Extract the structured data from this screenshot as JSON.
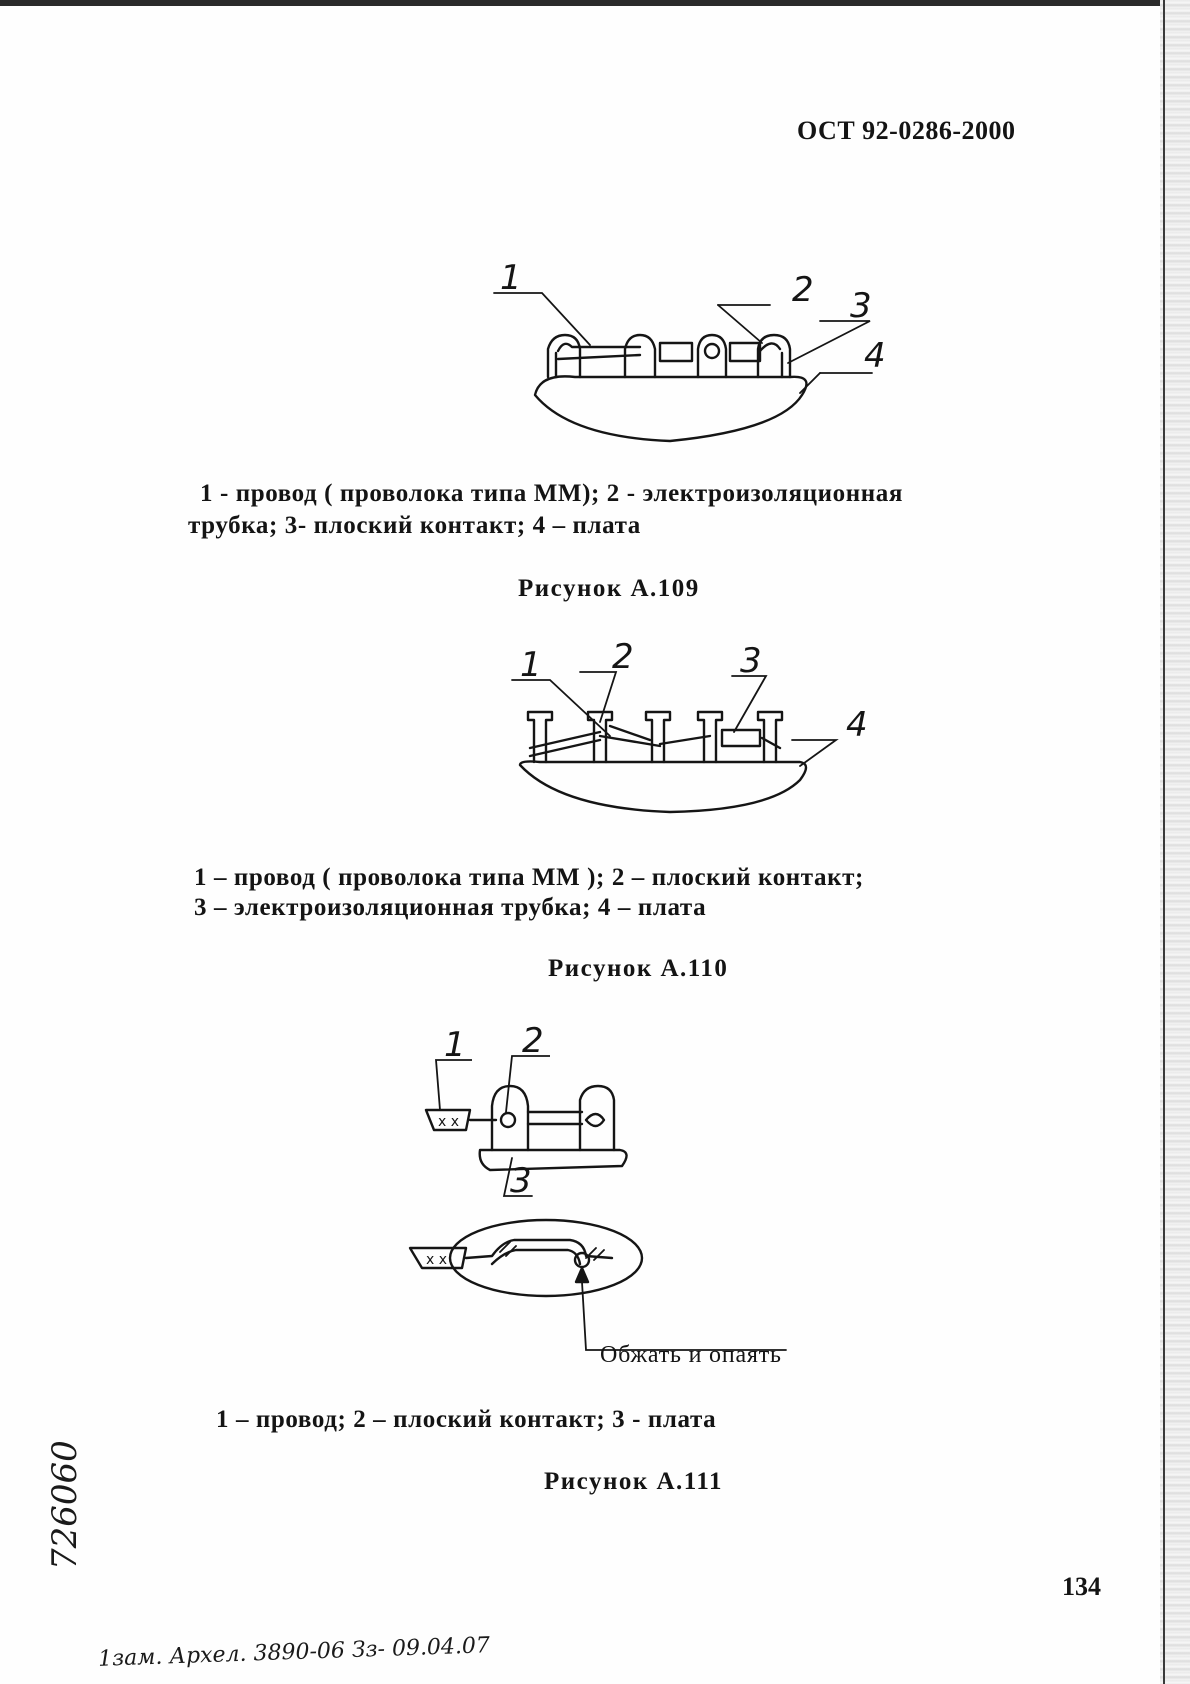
{
  "header": {
    "doc_code": "ОСТ 92-0286-2000"
  },
  "figures": [
    {
      "id": "A109",
      "labels": [
        "1",
        "2",
        "3",
        "4"
      ],
      "caption_line1": "1 - провод ( проволока типа ММ); 2 - электроизоляционная",
      "caption_line2": "трубка; 3- плоский контакт; 4 – плата",
      "title": "Рисунок  А.109"
    },
    {
      "id": "A110",
      "labels": [
        "1",
        "2",
        "3",
        "4"
      ],
      "caption_line1": "1 – провод ( проволока типа ММ ); 2 – плоский контакт;",
      "caption_line2": "3 – электроизоляционная  трубка; 4 – плата",
      "title": "Рисунок  А.110"
    },
    {
      "id": "A111",
      "labels": [
        "1",
        "2",
        "3"
      ],
      "note": "Обжать и опаять",
      "caption_line1": "1 – провод; 2 – плоский контакт; 3 - плата",
      "title": "Рисунок  А.111"
    }
  ],
  "page_number": "134",
  "margin_handwriting": {
    "vertical_number": "726060",
    "bottom_note": "1зам. Архел. 3890-06 Зз- 09.04.07"
  }
}
